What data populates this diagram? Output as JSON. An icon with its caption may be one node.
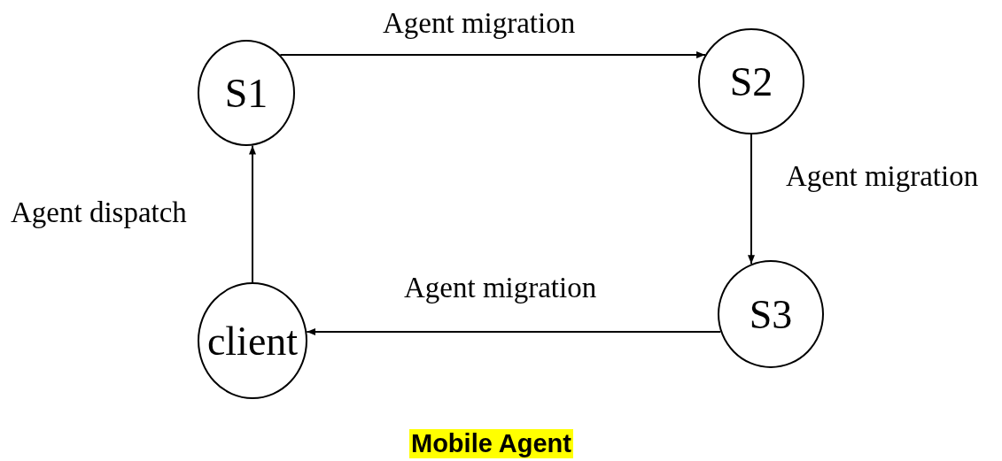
{
  "diagram": {
    "caption": "Mobile Agent",
    "nodes": [
      {
        "text": [
          "S1"
        ]
      },
      {
        "text": [
          "S2"
        ]
      },
      {
        "text": [
          "S3"
        ]
      },
      {
        "text": [
          "client"
        ]
      }
    ],
    "edges": [
      {
        "from": 0,
        "to": 1,
        "arrow": "to",
        "label": "Agent migration"
      },
      {
        "from": 1,
        "to": 2,
        "arrow": "to",
        "label": "Agent migration"
      },
      {
        "from": 2,
        "to": 3,
        "arrow": "to",
        "label": "Agent migration"
      },
      {
        "from": 3,
        "to": 0,
        "arrow": "to",
        "label": "Agent dispatch"
      }
    ]
  }
}
